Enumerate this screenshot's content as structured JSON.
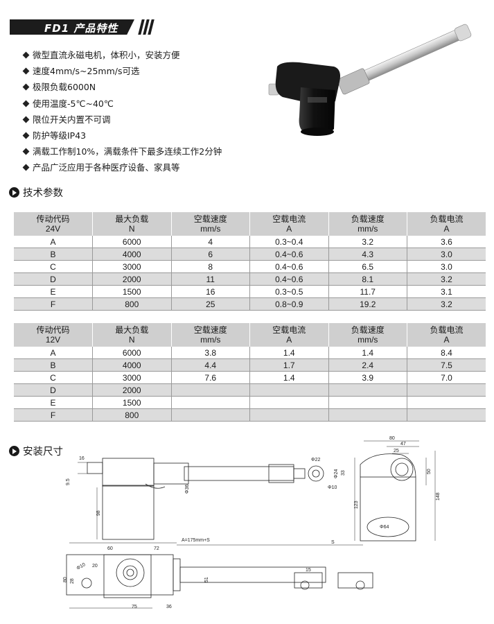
{
  "banner": {
    "title": "FD1 产品特性"
  },
  "features": [
    "微型直流永磁电机，体积小，安装方便",
    "速度4mm/s~25mm/s可选",
    "极限负载6000N",
    "使用温度-5℃~40℃",
    "限位开关内置不可调",
    "防护等级IP43",
    "满载工作制10%，满载条件下最多连续工作2分钟",
    "产品广泛应用于各种医疗设备、家具等"
  ],
  "sections": {
    "tech_params": "技术参数",
    "install_dims": "安装尺寸"
  },
  "table24": {
    "headers": [
      [
        "传动代码",
        "24V"
      ],
      [
        "最大负载",
        "N"
      ],
      [
        "空载速度",
        "mm/s"
      ],
      [
        "空载电流",
        "A"
      ],
      [
        "负载速度",
        "mm/s"
      ],
      [
        "负载电流",
        "A"
      ]
    ],
    "rows": [
      [
        "A",
        "6000",
        "4",
        "0.3~0.4",
        "3.2",
        "3.6"
      ],
      [
        "B",
        "4000",
        "6",
        "0.4~0.6",
        "4.3",
        "3.0"
      ],
      [
        "C",
        "3000",
        "8",
        "0.4~0.6",
        "6.5",
        "3.0"
      ],
      [
        "D",
        "2000",
        "11",
        "0.4~0.6",
        "8.1",
        "3.2"
      ],
      [
        "E",
        "1500",
        "16",
        "0.3~0.5",
        "11.7",
        "3.1"
      ],
      [
        "F",
        "800",
        "25",
        "0.8~0.9",
        "19.2",
        "3.2"
      ]
    ]
  },
  "table12": {
    "headers": [
      [
        "传动代码",
        "12V"
      ],
      [
        "最大负载",
        "N"
      ],
      [
        "空载速度",
        "mm/s"
      ],
      [
        "空载电流",
        "A"
      ],
      [
        "负载速度",
        "mm/s"
      ],
      [
        "负载电流",
        "A"
      ]
    ],
    "rows": [
      [
        "A",
        "6000",
        "3.8",
        "1.4",
        "1.4",
        "8.4"
      ],
      [
        "B",
        "4000",
        "4.4",
        "1.7",
        "2.4",
        "7.5"
      ],
      [
        "C",
        "3000",
        "7.6",
        "1.4",
        "3.9",
        "7.0"
      ],
      [
        "D",
        "2000",
        "",
        "",
        "",
        ""
      ],
      [
        "E",
        "1500",
        "",
        "",
        "",
        ""
      ],
      [
        "F",
        "800",
        "",
        "",
        "",
        ""
      ]
    ]
  },
  "dims": {
    "side": {
      "d16": "16",
      "d9_5": "9.5",
      "d98": "98",
      "phi36": "Φ36",
      "phi22": "Φ22",
      "phi24": "Φ24",
      "d33": "33",
      "phi10": "Φ10"
    },
    "end": {
      "d80": "80",
      "d47": "47",
      "d25": "25",
      "d50": "50",
      "d123": "123",
      "d148": "148",
      "phi64": "Φ64"
    },
    "top": {
      "a_len": "A=175mm+S",
      "s": "S",
      "d60": "60",
      "d72": "72",
      "d20": "20",
      "phi10": "Φ10",
      "d80": "80",
      "d28": "28",
      "d51": "51",
      "d15": "15",
      "d75": "75",
      "d36": "36"
    }
  }
}
